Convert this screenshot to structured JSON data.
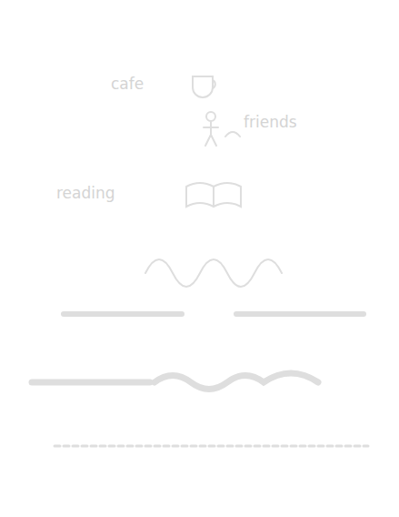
{
  "diagram": {
    "labels": [
      "cafe",
      "friends",
      "reading"
    ]
  }
}
